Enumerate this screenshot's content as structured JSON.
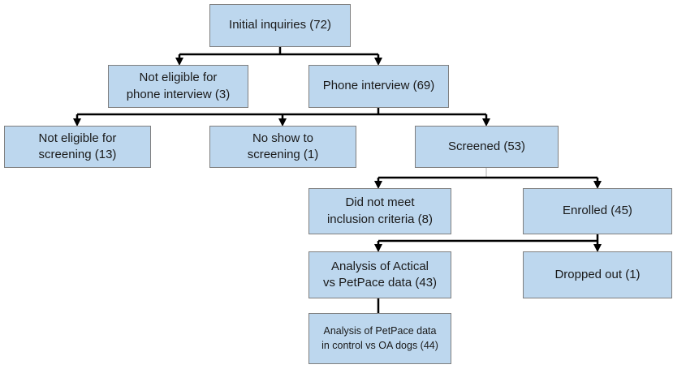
{
  "diagram": {
    "nodes": {
      "initial_inquiries": "Initial inquiries (72)",
      "not_eligible_phone": "Not eligible for\nphone interview (3)",
      "phone_interview": "Phone interview (69)",
      "not_eligible_screening": "Not eligible for\nscreening (13)",
      "no_show": "No show to\nscreening (1)",
      "screened": "Screened (53)",
      "did_not_meet": "Did not meet\ninclusion criteria (8)",
      "enrolled": "Enrolled (45)",
      "analysis_actical": "Analysis of Actical\nvs PetPace data (43)",
      "dropped_out": "Dropped out (1)",
      "analysis_petpace": "Analysis of PetPace data\nin control vs OA dogs (44)"
    },
    "colors": {
      "box_fill": "#bdd7ee",
      "box_border": "#7f7f7f",
      "connector": "#000000"
    }
  }
}
